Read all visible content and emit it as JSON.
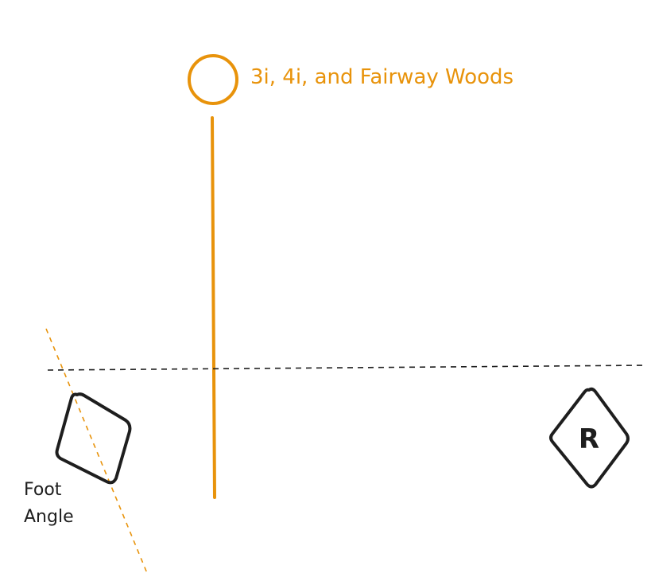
{
  "diagram": {
    "ball_label": "3i, 4i, and Fairway Woods",
    "foot_label_line1": "Foot",
    "foot_label_line2": "Angle",
    "right_marker_letter": "R"
  },
  "colors": {
    "accent": "#e8930b",
    "ink": "#1e1e1e",
    "background": "#ffffff"
  }
}
